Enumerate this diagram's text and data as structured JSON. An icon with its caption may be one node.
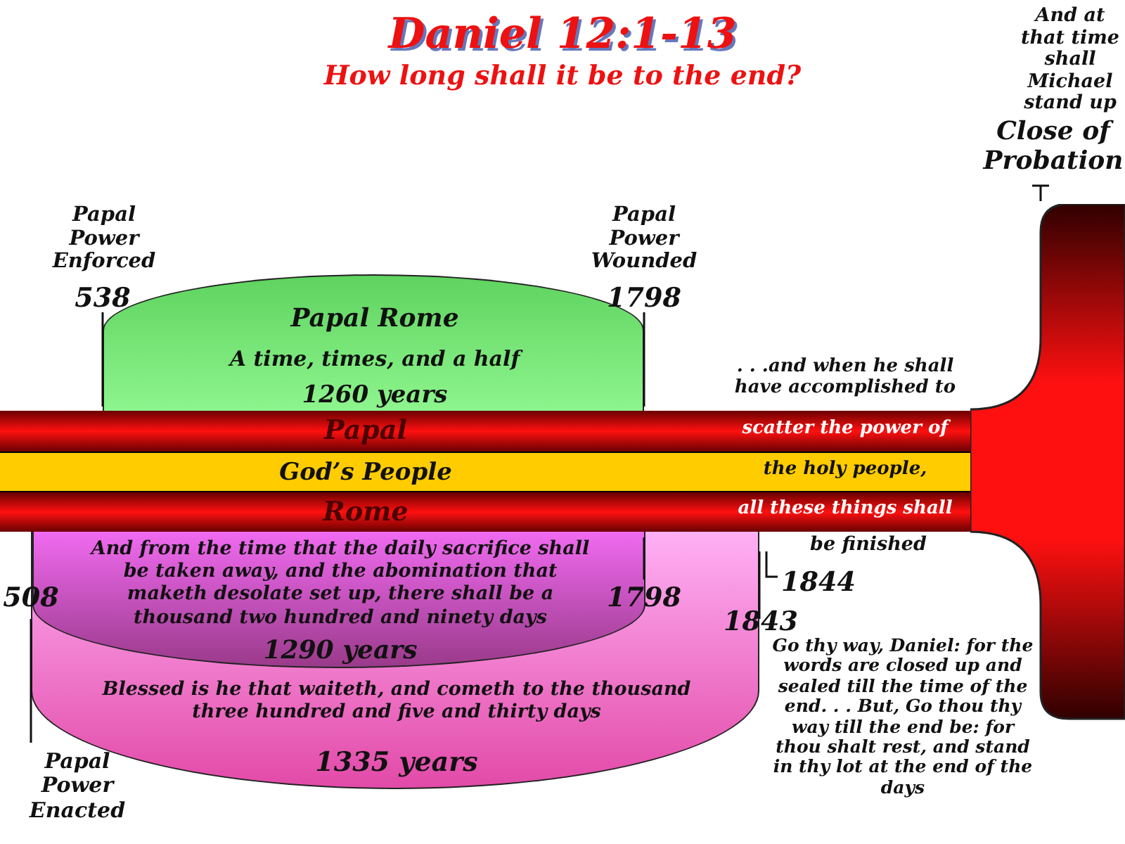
{
  "diagram": {
    "title": "Daniel 12:1-13",
    "nodes": [
      {
        "text": [
          "Papal Rome",
          "A time, times, and a half",
          "1260 years"
        ]
      },
      {
        "text": [
          "Papal"
        ]
      },
      {
        "text": [
          "God’s People"
        ]
      },
      {
        "text": [
          "Rome"
        ]
      },
      {
        "text": [
          "Blessed is he that waiteth, and cometh to the thousand three hundred and five and thirty days",
          "1335 years"
        ]
      },
      {
        "text": [
          "And from the time that the daily sacrifice shall be taken away, and the abomination that maketh desolate set up, there shall be a thousand two hundred and ninety days",
          "1290 years"
        ],
        "in": 4
      },
      {
        "text": [],
        "shape": "bar"
      }
    ],
    "edges": [],
    "labels": [
      "How long shall it be to the end?",
      "And at that time shall Michael stand up",
      "Close of Probation",
      "Papal Power Enforced",
      "538",
      "Papal Power Wounded",
      "1798",
      ". . .and when he shall have accomplished to",
      "scatter the power of",
      "the holy people,",
      "all these things shall",
      "be finished",
      "508",
      "1798",
      "1844",
      "1843",
      "Go thy way, Daniel: for the words are closed up and sealed till the time of the end. . . But, Go thou thy way till the end be: for thou shalt rest, and stand in thy lot at the end of the days",
      "Papal Power Enacted"
    ]
  }
}
